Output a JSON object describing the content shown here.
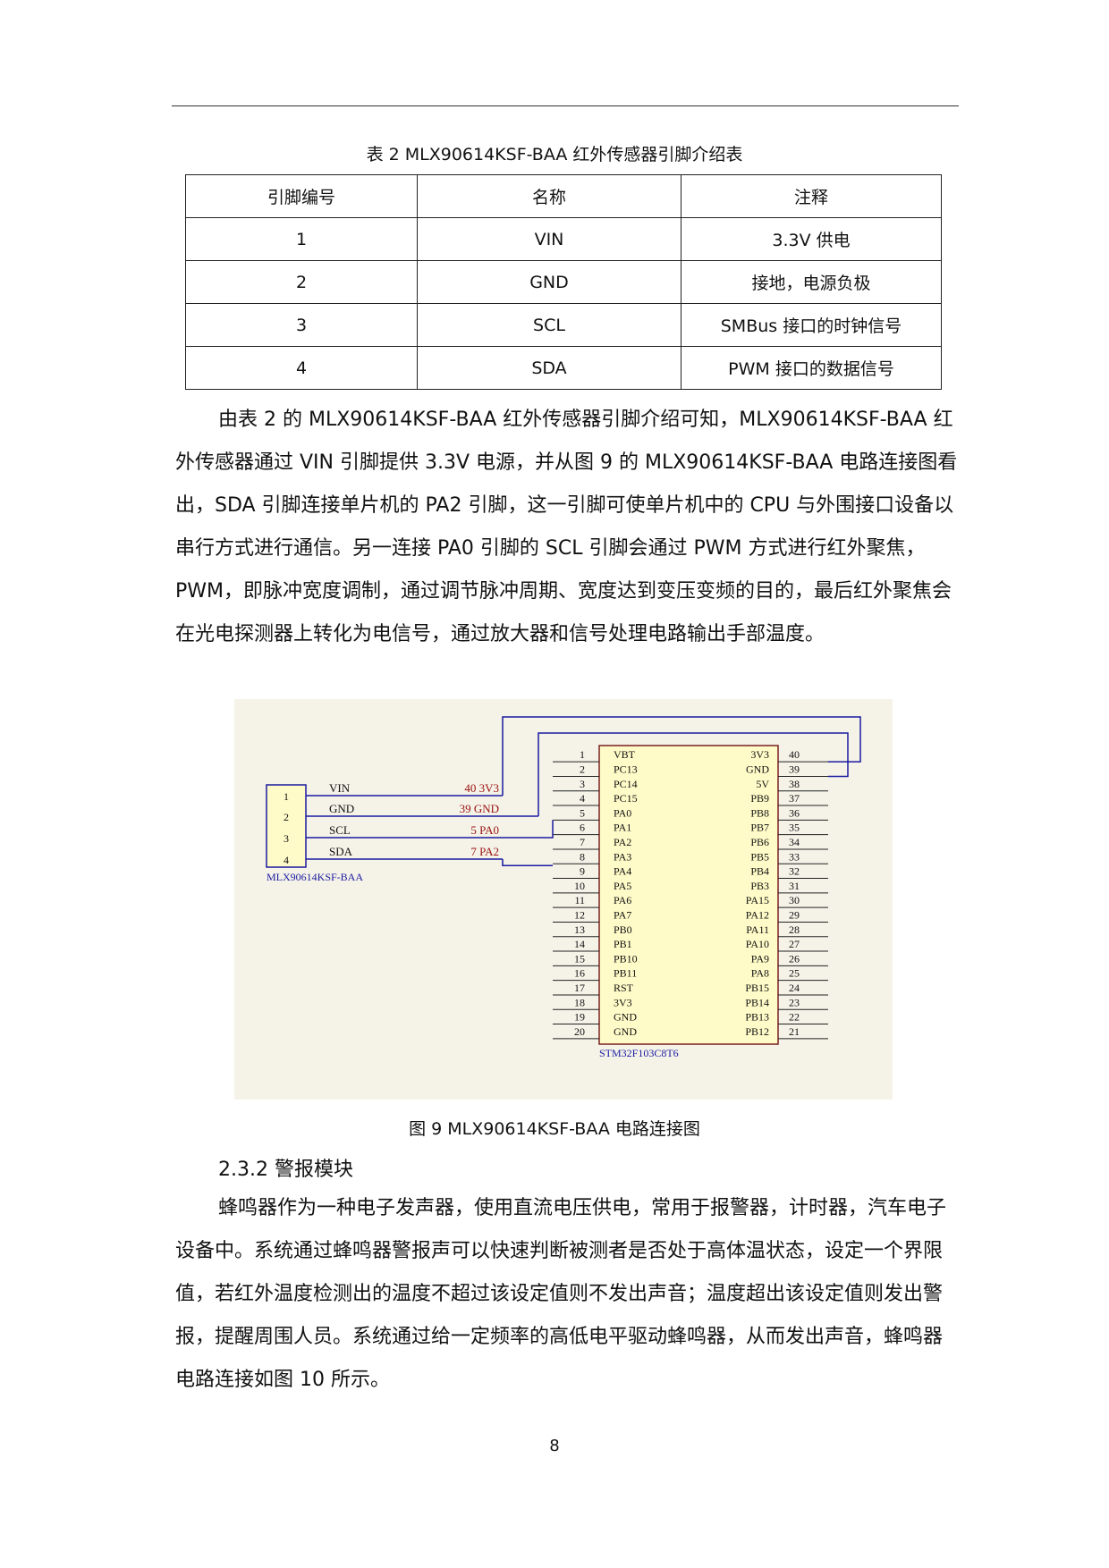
{
  "table": {
    "caption": "表 2 MLX90614KSF-BAA 红外传感器引脚介绍表",
    "headers": [
      "引脚编号",
      "名称",
      "注释"
    ],
    "rows": [
      [
        "1",
        "VIN",
        "3.3V 供电"
      ],
      [
        "2",
        "GND",
        "接地，电源负极"
      ],
      [
        "3",
        "SCL",
        "SMBus 接口的时钟信号"
      ],
      [
        "4",
        "SDA",
        "PWM 接口的数据信号"
      ]
    ]
  },
  "paragraph1": "由表 2 的 MLX90614KSF-BAA 红外传感器引脚介绍可知，MLX90614KSF-BAA 红外传感器通过 VIN 引脚提供 3.3V 电源，并从图 9 的 MLX90614KSF-BAA 电路连接图看出，SDA 引脚连接单片机的 PA2 引脚，这一引脚可使单片机中的 CPU 与外围接口设备以串行方式进行通信。另一连接 PA0 引脚的 SCL 引脚会通过 PWM 方式进行红外聚焦，PWM，即脉冲宽度调制，通过调节脉冲周期、宽度达到变压变频的目的，最后红外聚焦会在光电探测器上转化为电信号，通过放大器和信号处理电路输出手部温度。",
  "figure": {
    "sensor": {
      "name": "MLX90614KSF-BAA",
      "pin_numbers": [
        "1",
        "2",
        "3",
        "4"
      ],
      "signals": [
        "VIN",
        "GND",
        "SCL",
        "SDA"
      ]
    },
    "net_labels": [
      "40 3V3",
      "39 GND",
      "5 PA0",
      "7 PA2"
    ],
    "mcu": {
      "name": "STM32F103C8T6",
      "left_numbers": [
        "1",
        "2",
        "3",
        "4",
        "5",
        "6",
        "7",
        "8",
        "9",
        "10",
        "11",
        "12",
        "13",
        "14",
        "15",
        "16",
        "17",
        "18",
        "19",
        "20"
      ],
      "left_labels": [
        "VBT",
        "PC13",
        "PC14",
        "PC15",
        "PA0",
        "PA1",
        "PA2",
        "PA3",
        "PA4",
        "PA5",
        "PA6",
        "PA7",
        "PB0",
        "PB1",
        "PB10",
        "PB11",
        "RST",
        "3V3",
        "GND",
        "GND"
      ],
      "right_numbers": [
        "40",
        "39",
        "38",
        "37",
        "36",
        "35",
        "34",
        "33",
        "32",
        "31",
        "30",
        "29",
        "28",
        "27",
        "26",
        "25",
        "24",
        "23",
        "22",
        "21"
      ],
      "right_labels": [
        "3V3",
        "GND",
        "5V",
        "PB9",
        "PB8",
        "PB7",
        "PB6",
        "PB5",
        "PB4",
        "PB3",
        "PA15",
        "PA12",
        "PA11",
        "PA10",
        "PA9",
        "PA8",
        "PB15",
        "PB14",
        "PB13",
        "PB12"
      ]
    },
    "caption": "图 9 MLX90614KSF-BAA 电路连接图",
    "colors": {
      "wire": "#1a1aa0",
      "net_label": "#9a1010",
      "component": "#1a1aa0",
      "ic_fill": "#fffbc8",
      "background": "#f5f3e8"
    }
  },
  "section_heading": "2.3.2 警报模块",
  "paragraph2": "蜂鸣器作为一种电子发声器，使用直流电压供电，常用于报警器，计时器，汽车电子设备中。系统通过蜂鸣器警报声可以快速判断被测者是否处于高体温状态，设定一个界限值，若红外温度检测出的温度不超过该设定值则不发出声音；温度超出该设定值则发出警报，提醒周围人员。系统通过给一定频率的高低电平驱动蜂鸣器，从而发出声音，蜂鸣器电路连接如图 10 所示。",
  "page_number": "8"
}
